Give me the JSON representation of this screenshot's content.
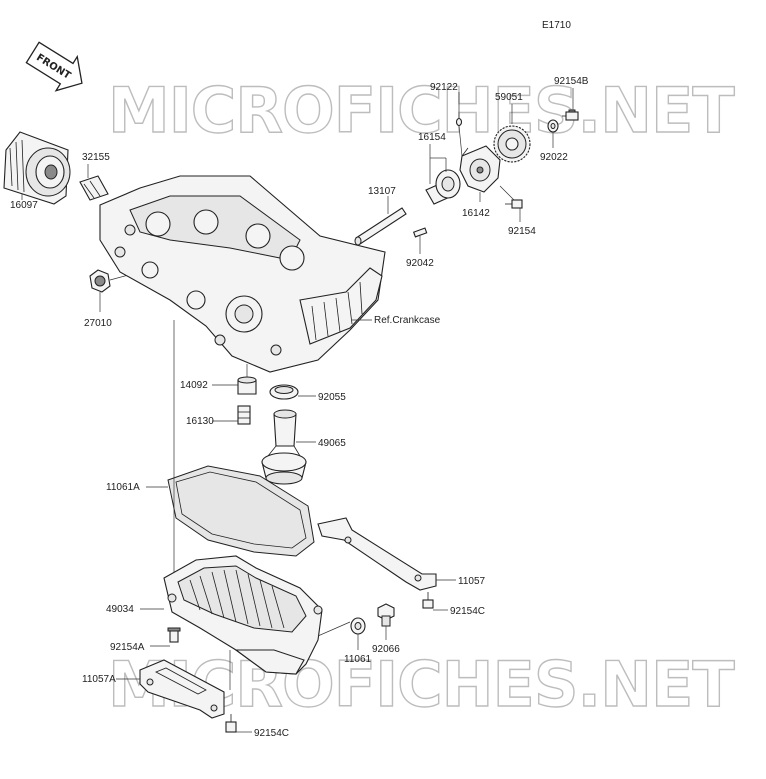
{
  "diagram_code": "E1710",
  "front_label": "FRONT",
  "watermark": "MICROFICHES.NET",
  "ref_label": "Ref.Crankcase",
  "parts": {
    "p16097": "16097",
    "p32155": "32155",
    "p27010": "27010",
    "p92122": "92122",
    "p16154": "16154",
    "p13107": "13107",
    "p92042": "92042",
    "p59051": "59051",
    "p92154B": "92154B",
    "p92022": "92022",
    "p16142": "16142",
    "p92154": "92154",
    "p14092": "14092",
    "p92055": "92055",
    "p16130": "16130",
    "p49065": "49065",
    "p11061A": "11061A",
    "p11057": "11057",
    "p49034": "49034",
    "p92154C_a": "92154C",
    "p92066": "92066",
    "p92154A": "92154A",
    "p11061": "11061",
    "p11057A": "11057A",
    "p92154C_b": "92154C"
  }
}
